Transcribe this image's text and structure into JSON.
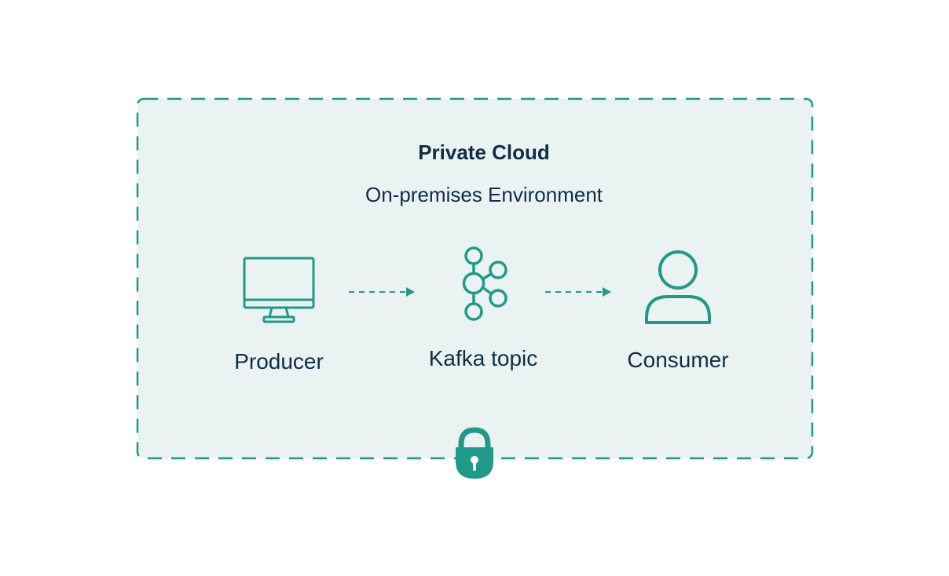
{
  "colors": {
    "accent": "#1f9a8a",
    "region_fill": "#eaf3f2",
    "text": "#0f2d45"
  },
  "region": {
    "title": "Private Cloud",
    "subtitle": "On-premises Environment",
    "lock_icon": "lock-icon"
  },
  "nodes": [
    {
      "id": "producer",
      "label": "Producer",
      "icon": "monitor-icon"
    },
    {
      "id": "kafka",
      "label": "Kafka topic",
      "icon": "kafka-icon"
    },
    {
      "id": "consumer",
      "label": "Consumer",
      "icon": "user-icon"
    }
  ],
  "edges": [
    {
      "from": "producer",
      "to": "kafka",
      "style": "dashed"
    },
    {
      "from": "kafka",
      "to": "consumer",
      "style": "dashed"
    }
  ]
}
